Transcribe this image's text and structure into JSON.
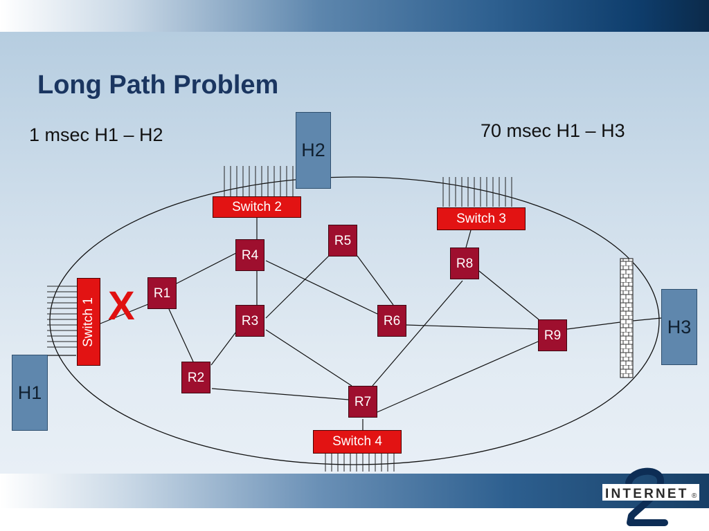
{
  "slide": {
    "title": "Long Path Problem",
    "stat_left": "1 msec H1 – H2",
    "stat_right": "70 msec H1 – H3"
  },
  "hosts": {
    "h1": "H1",
    "h2": "H2",
    "h3": "H3"
  },
  "routers": {
    "r1": "R1",
    "r2": "R2",
    "r3": "R3",
    "r4": "R4",
    "r5": "R5",
    "r6": "R6",
    "r7": "R7",
    "r8": "R8",
    "r9": "R9"
  },
  "switches": {
    "s1": "Switch 1",
    "s2": "Switch 2",
    "s3": "Switch 3",
    "s4": "Switch 4"
  },
  "failure_mark": "X",
  "logo": {
    "text": "INTERNET",
    "reg": "®"
  },
  "colors": {
    "title": "#1a3560",
    "router": "#9e0f2e",
    "switch": "#e21313",
    "host": "#5f87ad",
    "failure": "#e01010"
  }
}
